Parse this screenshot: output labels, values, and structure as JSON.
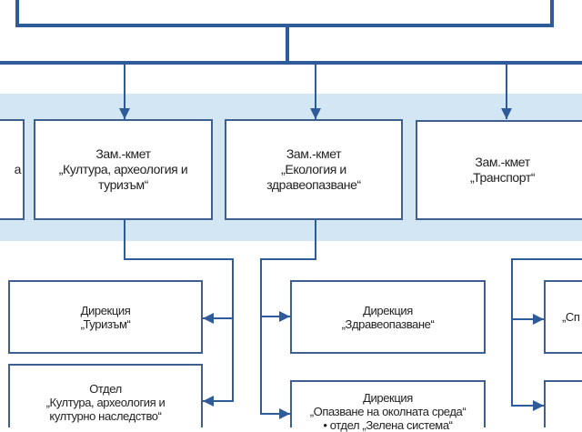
{
  "diagram": {
    "colors": {
      "line": "#2e5b9a",
      "band": "#d3e6f3",
      "box_border": "#3f5f8f"
    },
    "deputies": [
      {
        "id": "left-clipped",
        "text": "а"
      },
      {
        "id": "culture",
        "text": "Зам.-кмет\n„Култура, археология и\nтуризъм“"
      },
      {
        "id": "ecology",
        "text": "Зам.-кмет\n„Екология и\nздравеопазване“"
      },
      {
        "id": "transport",
        "text": "Зам.-кмет\n„Транспорт“"
      }
    ],
    "units": {
      "culture": [
        {
          "text": "Дирекция\n„Туризъм“"
        },
        {
          "text": "Отдел\n„Култура, археология и\nкултурно наследство“"
        }
      ],
      "ecology": [
        {
          "text": "Дирекция\n„Здравеопазване“"
        },
        {
          "text": "Дирекция\n„Опазване на околната среда“\n• отдел „Зелена система“"
        }
      ],
      "transport": [
        {
          "text": "„Сп"
        },
        {
          "text": ""
        }
      ]
    }
  }
}
